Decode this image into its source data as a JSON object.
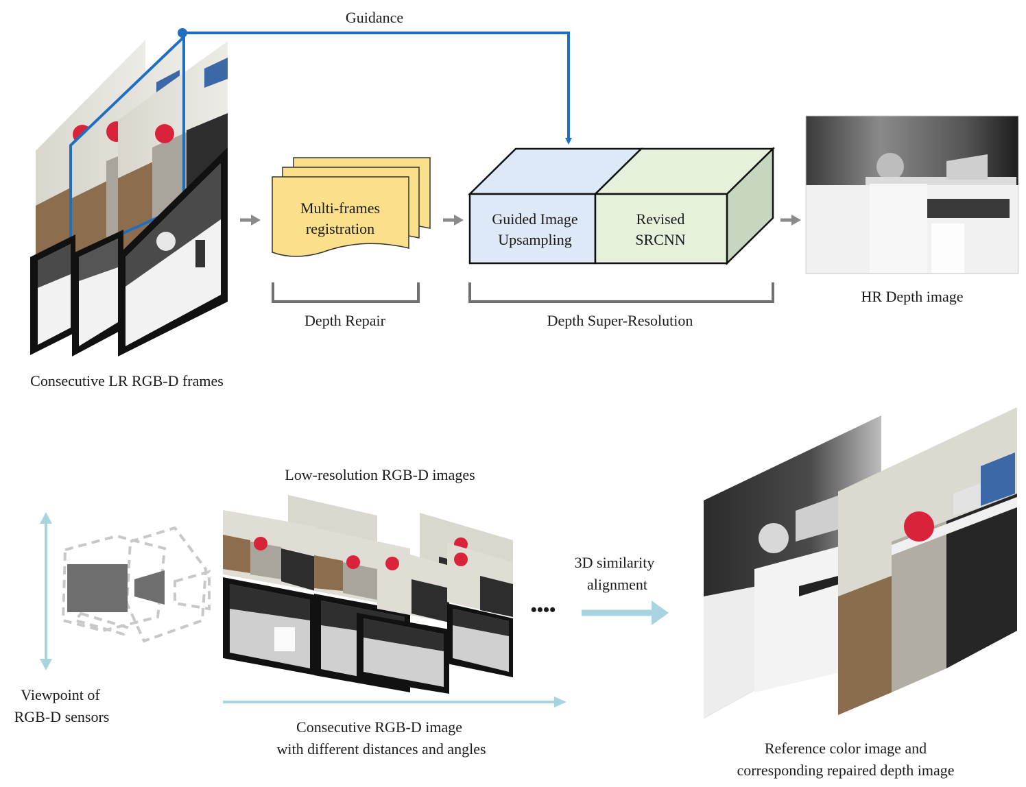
{
  "labels": {
    "guidance": "Guidance",
    "multi_frames_line1": "Multi-frames",
    "multi_frames_line2": "registration",
    "depth_repair": "Depth Repair",
    "guided_line1": "Guided Image",
    "guided_line2": "Upsampling",
    "revised_line1": "Revised",
    "revised_line2": "SRCNN",
    "depth_sr": "Depth Super-Resolution",
    "hr_depth": "HR Depth image",
    "lr_frames": "Consecutive LR RGB-D frames",
    "low_res": "Low-resolution RGB-D images",
    "viewpoint_line1": "Viewpoint of",
    "viewpoint_line2": "RGB-D sensors",
    "consecutive_line1": "Consecutive RGB-D image",
    "consecutive_line2": "with different distances and angles",
    "similarity_line1": "3D similarity",
    "similarity_line2": "alignment",
    "ellipsis": "••••",
    "reference_line1": "Reference color image and",
    "reference_line2": "corresponding repaired depth image"
  },
  "colors": {
    "guidance_arrow": "#1f6fc0",
    "note_fill": "#fbe08c",
    "note_stroke": "#333333",
    "guided_face": "#dde9f6",
    "srcnn_face": "#e6f1dc",
    "box_side": "#c7d6bf",
    "flow_arrow": "#8a8a8a",
    "light_arrow": "#a8d4e2",
    "bracket": "#707070"
  },
  "icons": {
    "camera": "rgb-d-camera-icon",
    "viewpoint_arrow": "double-headed-arrow-icon"
  }
}
